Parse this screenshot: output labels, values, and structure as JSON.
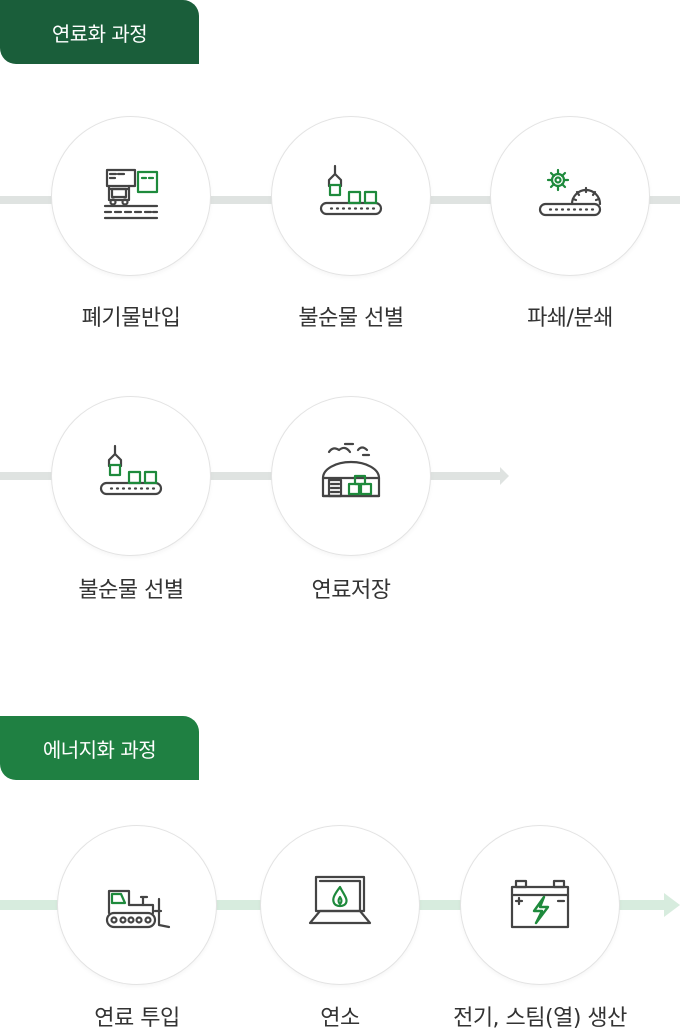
{
  "fuel": {
    "title": "연료화 과정",
    "steps": [
      {
        "label": "폐기물반입",
        "icon": "truck-delivery-icon"
      },
      {
        "label": "불순물 선별",
        "icon": "conveyor-sorting-icon"
      },
      {
        "label": "파쇄/분쇄",
        "icon": "gear-crusher-icon"
      },
      {
        "label": "불순물 선별",
        "icon": "conveyor-sorting-icon"
      },
      {
        "label": "연료저장",
        "icon": "warehouse-storage-icon"
      }
    ]
  },
  "energy": {
    "title": "에너지화 과정",
    "steps": [
      {
        "label": "연료 투입",
        "icon": "bulldozer-icon"
      },
      {
        "label": "연소",
        "icon": "furnace-flame-icon"
      },
      {
        "label": "전기, 스팀(열) 생산",
        "icon": "battery-lightning-icon"
      }
    ]
  },
  "colors": {
    "accent_dark": "#1a5e3a",
    "accent": "#1f8042",
    "icon_green": "#1e8a3c",
    "icon_gray": "#444444",
    "line_gray": "#dfe3e1",
    "line_green": "#d7ecde"
  }
}
